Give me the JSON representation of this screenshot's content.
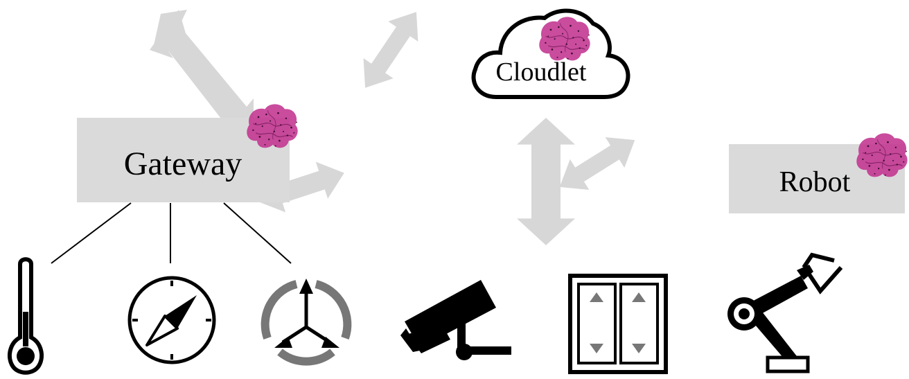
{
  "diagram": {
    "nodes": {
      "gateway": {
        "label": "Gateway"
      },
      "cloudlet": {
        "label": "Cloudlet"
      },
      "robot": {
        "label": "Robot"
      }
    },
    "colors": {
      "box_fill": "#dadada",
      "arrow_fill": "#d7d7d7",
      "brain_fill": "#c2338f",
      "brain_dots": "#3a0a2a",
      "icon": "#000000",
      "icon_gray": "#777777"
    },
    "icons": [
      "thermometer-icon",
      "compass-icon",
      "accelerometer-axes-icon",
      "security-camera-icon",
      "window-blinds-switch-icon",
      "robot-arm-icon"
    ],
    "decorations": [
      "brain-icon"
    ]
  }
}
